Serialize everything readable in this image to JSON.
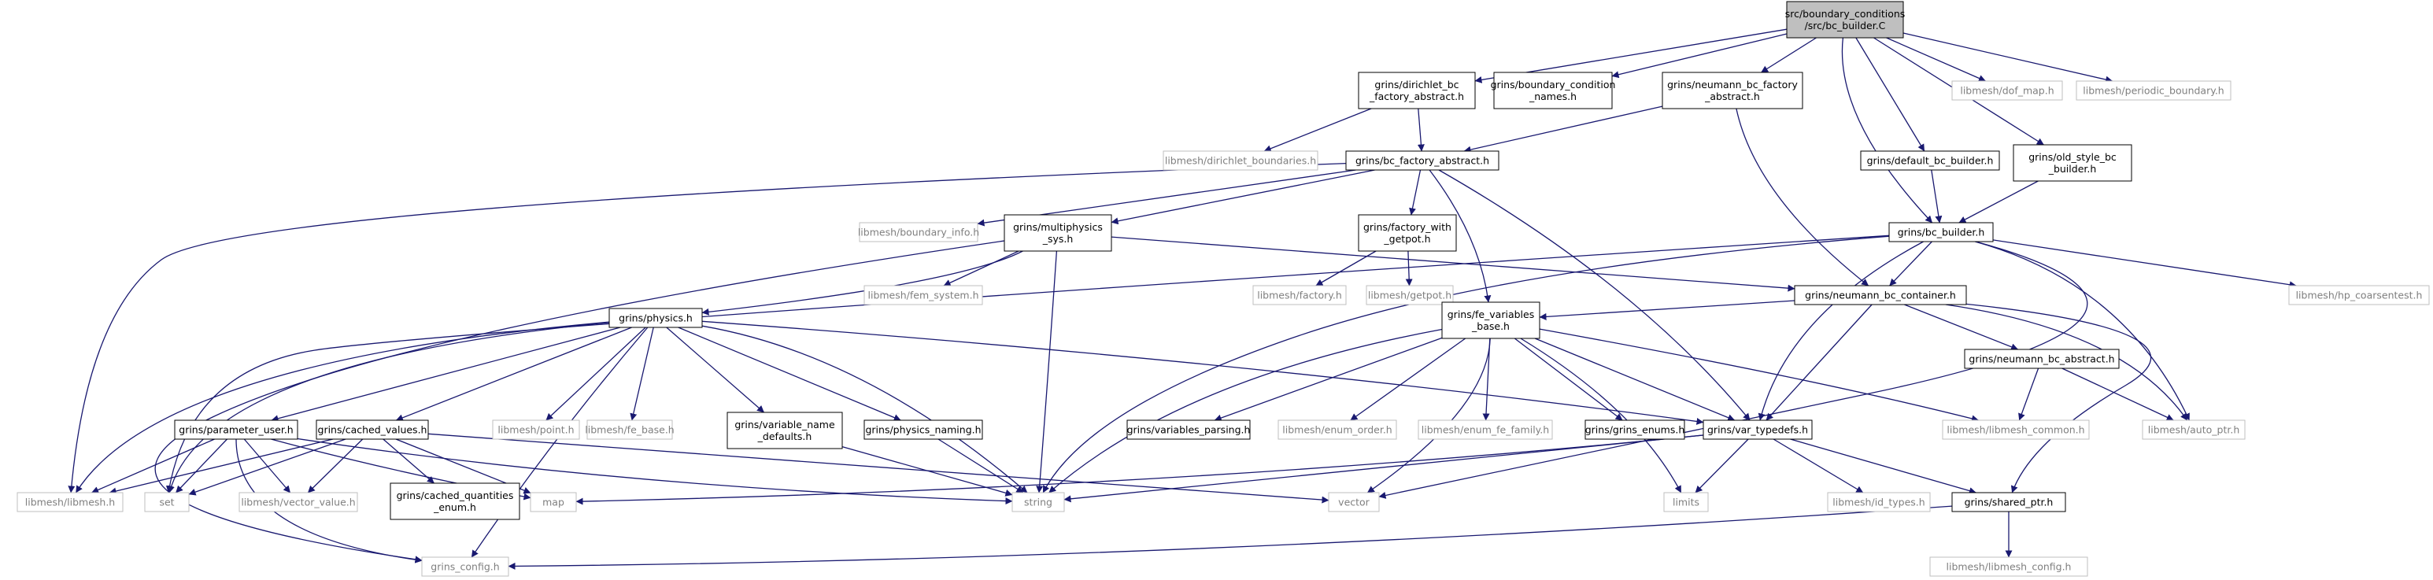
{
  "colors": {
    "edge": "#191970",
    "internal_border": "#000000",
    "external_border": "#bfbfbf",
    "external_text": "#7f7f7f",
    "root_fill": "#bfbfbf",
    "node_fill": "#ffffff"
  },
  "nodes": {
    "root": [
      "src/boundary_conditions",
      "/src/bc_builder.C"
    ],
    "dirichlet_factory_abstract": [
      "grins/dirichlet_bc",
      "_factory_abstract.h"
    ],
    "boundary_condition_names": [
      "grins/boundary_condition",
      "_names.h"
    ],
    "neumann_factory_abstract": [
      "grins/neumann_bc_factory",
      "_abstract.h"
    ],
    "dof_map": [
      "libmesh/dof_map.h"
    ],
    "periodic_boundary": [
      "libmesh/periodic_boundary.h"
    ],
    "dirichlet_boundaries": [
      "libmesh/dirichlet_boundaries.h"
    ],
    "bc_factory_abstract": [
      "grins/bc_factory_abstract.h"
    ],
    "default_bc_builder": [
      "grins/default_bc_builder.h"
    ],
    "old_style_bc_builder": [
      "grins/old_style_bc",
      "_builder.h"
    ],
    "boundary_info": [
      "libmesh/boundary_info.h"
    ],
    "multiphysics_sys": [
      "grins/multiphysics",
      "_sys.h"
    ],
    "factory_with_getpot": [
      "grins/factory_with",
      "_getpot.h"
    ],
    "bc_builder": [
      "grins/bc_builder.h"
    ],
    "fem_system": [
      "libmesh/fem_system.h"
    ],
    "factory": [
      "libmesh/factory.h"
    ],
    "getpot": [
      "libmesh/getpot.h"
    ],
    "neumann_bc_container": [
      "grins/neumann_bc_container.h"
    ],
    "hp_coarsentest": [
      "libmesh/hp_coarsentest.h"
    ],
    "physics": [
      "grins/physics.h"
    ],
    "fe_variables_base": [
      "grins/fe_variables",
      "_base.h"
    ],
    "neumann_bc_abstract": [
      "grins/neumann_bc_abstract.h"
    ],
    "parameter_user": [
      "grins/parameter_user.h"
    ],
    "cached_values": [
      "grins/cached_values.h"
    ],
    "point": [
      "libmesh/point.h"
    ],
    "fe_base": [
      "libmesh/fe_base.h"
    ],
    "variable_name_defaults": [
      "grins/variable_name",
      "_defaults.h"
    ],
    "physics_naming": [
      "grins/physics_naming.h"
    ],
    "variables_parsing": [
      "grins/variables_parsing.h"
    ],
    "enum_order": [
      "libmesh/enum_order.h"
    ],
    "enum_fe_family": [
      "libmesh/enum_fe_family.h"
    ],
    "grins_enums": [
      "grins/grins_enums.h"
    ],
    "var_typedefs": [
      "grins/var_typedefs.h"
    ],
    "libmesh_common": [
      "libmesh/libmesh_common.h"
    ],
    "auto_ptr": [
      "libmesh/auto_ptr.h"
    ],
    "libmesh": [
      "libmesh/libmesh.h"
    ],
    "set": [
      "set"
    ],
    "vector_value": [
      "libmesh/vector_value.h"
    ],
    "cached_quantities_enum": [
      "grins/cached_quantities",
      "_enum.h"
    ],
    "map": [
      "map"
    ],
    "string": [
      "string"
    ],
    "vector": [
      "vector"
    ],
    "limits": [
      "limits"
    ],
    "id_types": [
      "libmesh/id_types.h"
    ],
    "shared_ptr": [
      "grins/shared_ptr.h"
    ],
    "grins_config": [
      "grins_config.h"
    ],
    "libmesh_config": [
      "libmesh/libmesh_config.h"
    ]
  }
}
